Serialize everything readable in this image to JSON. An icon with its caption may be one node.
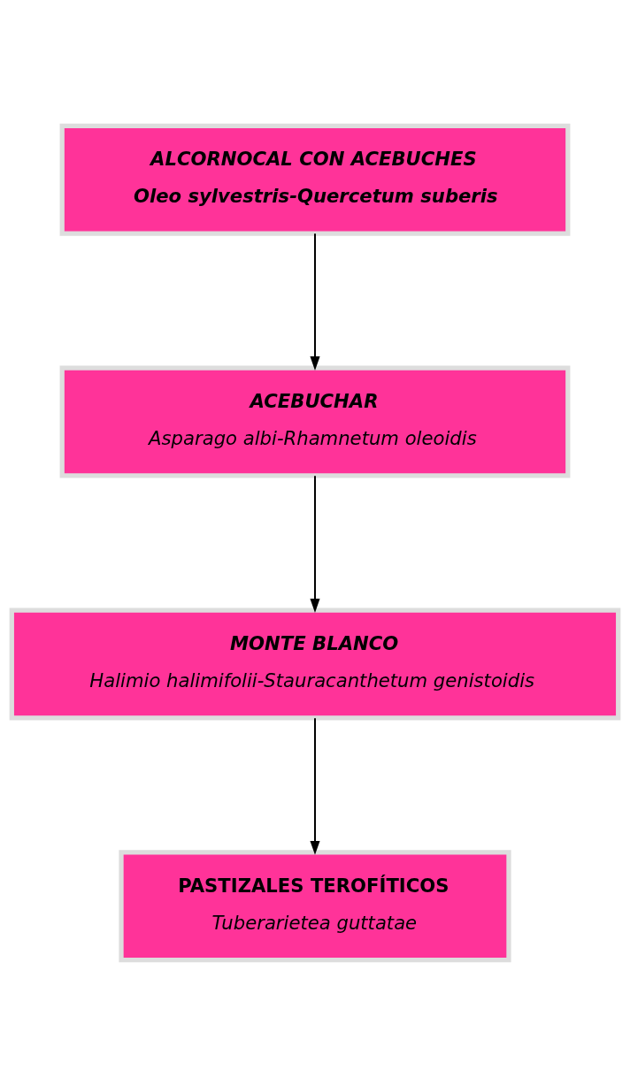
{
  "diagram": {
    "nodes": [
      {
        "text": [
          "ALCORNOCAL CON ACEBUCHES",
          "Oleo sylvestris-Quercetum suberis"
        ]
      },
      {
        "text": [
          "ACEBUCHAR",
          "Asparago albi-Rhamnetum oleoidis"
        ]
      },
      {
        "text": [
          "MONTE BLANCO",
          "Halimio halimifolii-Stauracanthetum genistoidis"
        ]
      },
      {
        "text": [
          "PASTIZALES TEROFÍTICOS",
          "Tuberarietea guttatae"
        ]
      }
    ],
    "edges": [
      {
        "from": 0,
        "to": 1,
        "arrow": "to"
      },
      {
        "from": 1,
        "to": 2,
        "arrow": "to"
      },
      {
        "from": 2,
        "to": 3,
        "arrow": "to"
      }
    ]
  }
}
